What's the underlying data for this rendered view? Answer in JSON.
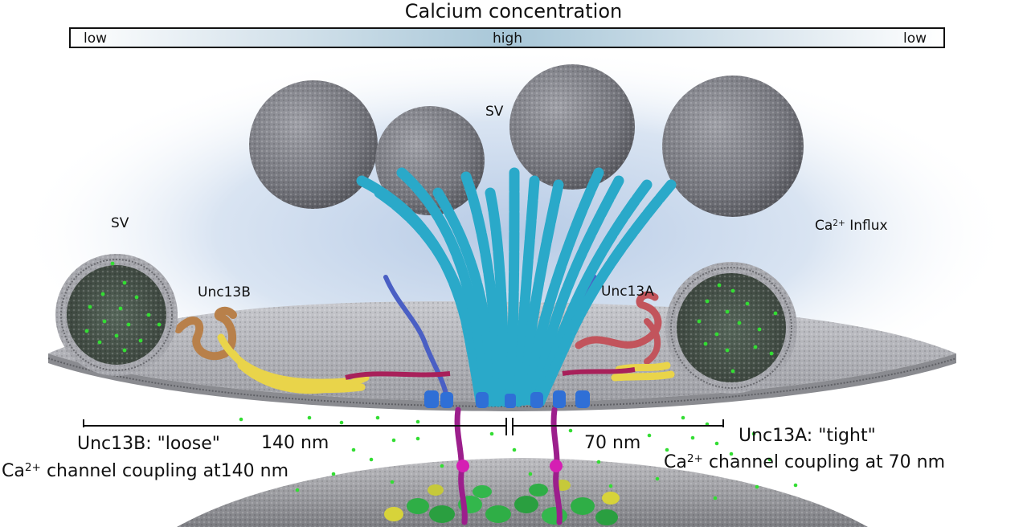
{
  "header": {
    "title": "Calcium concentration",
    "gradient_low_left": "low",
    "gradient_high": "high",
    "gradient_low_right": "low"
  },
  "labels": {
    "sv_top": "SV",
    "sv_left": "SV",
    "ca_influx_sup": "2+",
    "ca_influx_text": "Influx",
    "ca_prefix": "Ca",
    "unc13b": "Unc13B",
    "unc13a": "Unc13A"
  },
  "scale": {
    "left_distance": "140 nm",
    "right_distance": "70 nm"
  },
  "captions": {
    "left_line1": "Unc13B: \"loose\"",
    "left_line2_sup": "2+",
    "left_line2": "channel coupling at140 nm",
    "right_line1": "Unc13A: \"tight\"",
    "right_line2_sup": "2+",
    "right_line2": "channel coupling at 70 nm"
  },
  "colors": {
    "vesicle": "#7f8087",
    "membrane": "#a3a4aa",
    "munc13_filament": "#2aa9c9",
    "unc13b_linker": "#b8804a",
    "unc13a_linker": "#c2545c",
    "yellow_domain": "#e9d44a",
    "calcium_channel": "#2f6fd6",
    "calcium_ion": "#33dd33",
    "magenta_tether": "#9c1f8c",
    "green_cluster": "#2fae46"
  }
}
